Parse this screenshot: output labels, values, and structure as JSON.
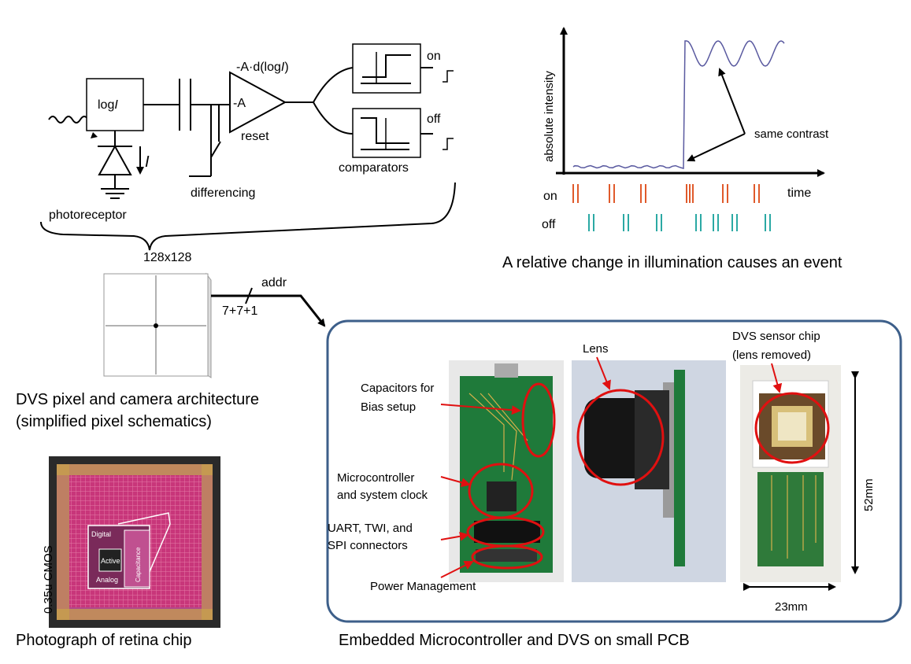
{
  "schematic": {
    "log_block": "log",
    "log_block_italic": "I",
    "current_label": "I",
    "gain_label": "-A",
    "amp_output_prefix": "-A·d(log",
    "amp_output_italic": "I",
    "amp_output_suffix": ")",
    "reset_label": "reset",
    "differencing_label": "differencing",
    "photoreceptor_label": "photoreceptor",
    "comparators_label": "comparators",
    "on_label": "on",
    "off_label": "off"
  },
  "architecture": {
    "array_size": "128x128",
    "addr_label": "addr",
    "bits_label": "7+7+1",
    "caption_line1": "DVS pixel and camera architecture",
    "caption_line2": "(simplified pixel schematics)"
  },
  "chip_photo": {
    "side_label": "0.35u CMOS",
    "inset_digital": "Digital",
    "inset_active": "Active",
    "inset_analog": "Analog",
    "inset_capacitance": "Capacitance",
    "caption": "Photograph of retina chip"
  },
  "event_plot": {
    "ylabel": "absolute intensity",
    "xlabel": "time",
    "annotation": "same contrast",
    "on_row_label": "on",
    "off_row_label": "off",
    "caption": "A relative change in illumination causes an event"
  },
  "pcb_panel": {
    "labels": {
      "capacitors_line1": "Capacitors for",
      "capacitors_line2": "Bias setup",
      "micro_line1": "Microcontroller",
      "micro_line2": "and system clock",
      "uart_line1": "UART, TWI, and",
      "uart_line2": "SPI connectors",
      "power": "Power Management",
      "lens": "Lens",
      "sensor_line1": "DVS sensor chip",
      "sensor_line2": "(lens removed)",
      "height_dim": "52mm",
      "width_dim": "23mm"
    },
    "caption": "Embedded Microcontroller and DVS on small PCB"
  },
  "colors": {
    "on_events": "#e05a2b",
    "off_events": "#2ba9a4",
    "signal": "#5a5aa0",
    "annotation_red": "#e01010",
    "panel_border": "#3d5f8a",
    "pcb_green": "#1f7a3a",
    "chip_magenta": "#d0407a"
  }
}
